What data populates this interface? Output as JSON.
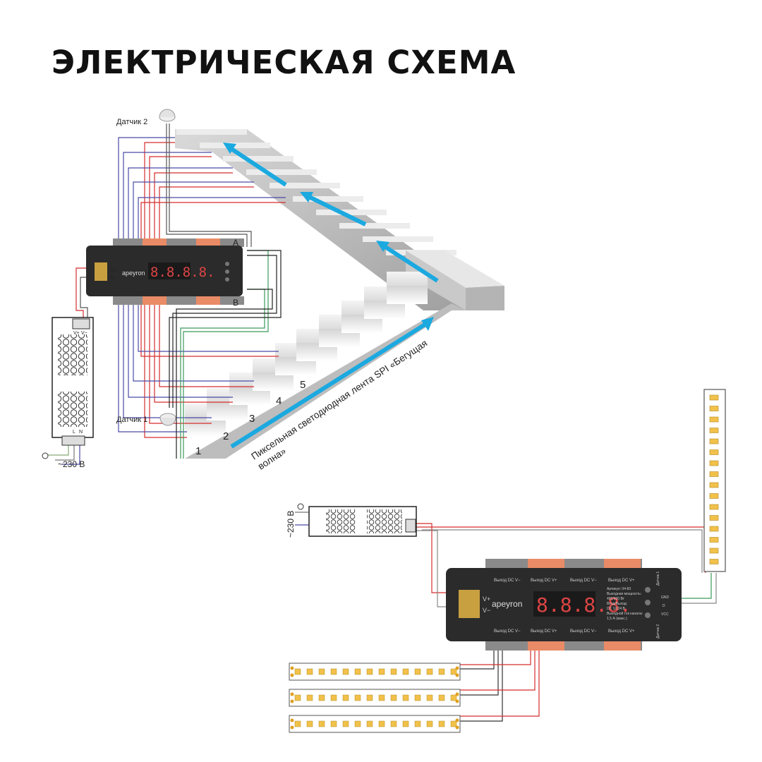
{
  "title": "ЭЛЕКТРИЧЕСКАЯ СХЕМА",
  "sensor2": "Датчик 2",
  "sensor1": "Датчик 1",
  "mains": "~230 В",
  "mains2": "~230 В",
  "terminal_a": "A",
  "terminal_b": "B",
  "strip_caption_line1": "Пиксельная светодиодная лента SPI «Бегущая",
  "strip_caption_line2": "волна»",
  "steps": [
    "1",
    "2",
    "3",
    "4",
    "5"
  ],
  "controller": {
    "brand": "apeyron",
    "display": "8.8.8.8.",
    "vplus": "V+",
    "vminus": "V−",
    "out_neg": "Выход DC V−",
    "out_pos": "Выход DC V+",
    "sensor1_side": "Датчик 1",
    "sensor2_side": "Датчик 2",
    "pin_gnd": "GND",
    "pin_d": "D",
    "pin_vcc": "VCC",
    "info": [
      "Артикул: 04-83",
      "Выходная мощность:",
      "480/960 Вт",
      "Вход/Выход:",
      "DC 12/24 В",
      "Выходной ток канала:",
      "1,5 А (макс.)"
    ]
  },
  "psu": {
    "vplus": "V+",
    "vminus": "V−",
    "l": "L",
    "n": "N"
  },
  "colors": {
    "arrow": "#1ba9e0",
    "red_wire": "#d62c2c",
    "blue_wire": "#4a4aa8",
    "controller_body": "#2b2b2b",
    "terminal_orange": "#e98b67",
    "terminal_gray": "#8a8a8a",
    "led_yellow": "#f2c14a"
  }
}
